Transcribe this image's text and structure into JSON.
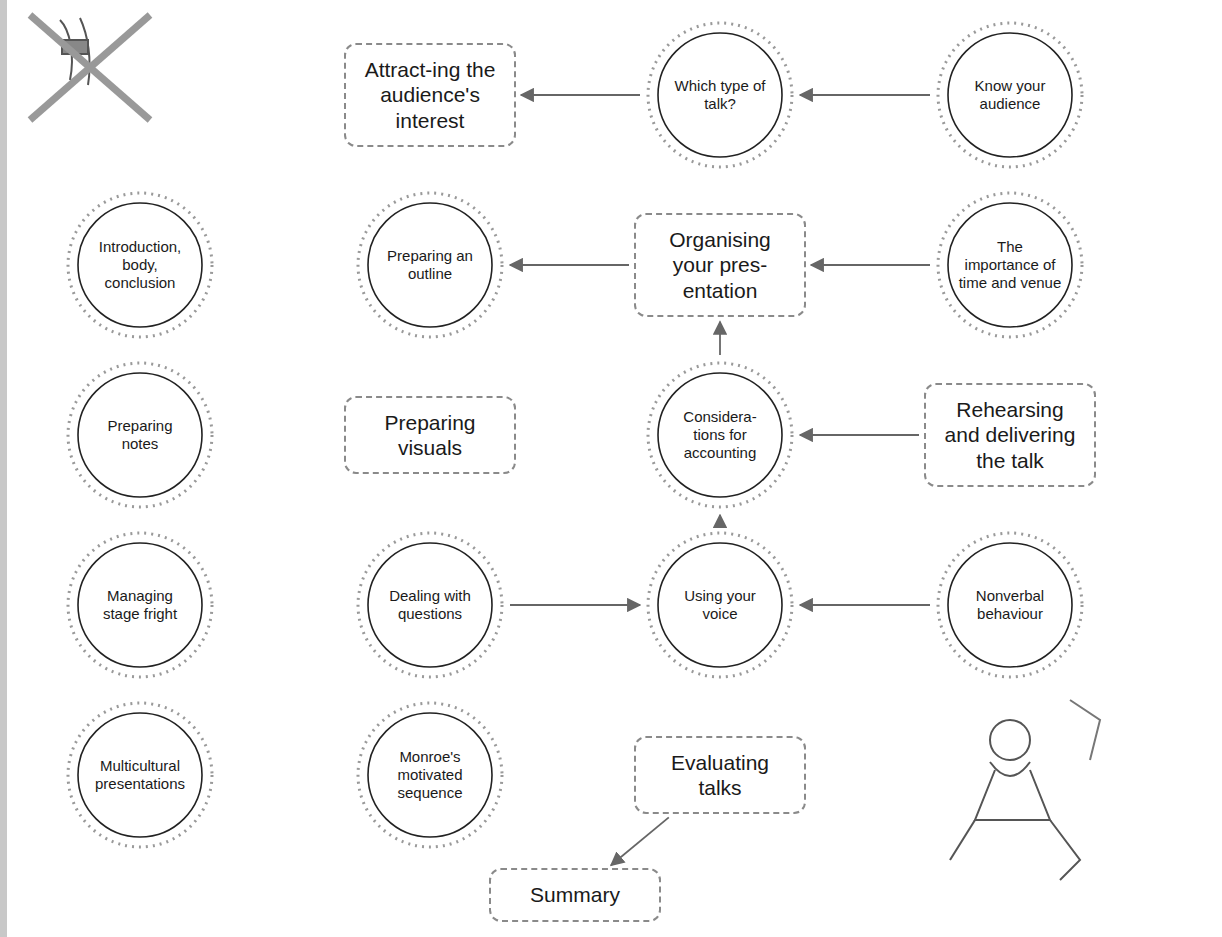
{
  "diagram": {
    "nodes": [
      {
        "text": [
          "Attract-ing the audience's interest"
        ]
      },
      {
        "text": [
          "Which type of talk?"
        ]
      },
      {
        "text": [
          "Know your audience"
        ]
      },
      {
        "text": [
          "Introduction, body, conclusion"
        ]
      },
      {
        "text": [
          "Preparing an outline"
        ]
      },
      {
        "text": [
          "Organising your pres-entation"
        ]
      },
      {
        "text": [
          "The importance of time and venue"
        ]
      },
      {
        "text": [
          "Preparing notes"
        ]
      },
      {
        "text": [
          "Preparing visuals"
        ]
      },
      {
        "text": [
          "Considera-tions for accounting"
        ]
      },
      {
        "text": [
          "Rehearsing and delivering the talk"
        ]
      },
      {
        "text": [
          "Managing stage fright"
        ]
      },
      {
        "text": [
          "Dealing with questions"
        ]
      },
      {
        "text": [
          "Using your voice"
        ]
      },
      {
        "text": [
          "Nonverbal behaviour"
        ]
      },
      {
        "text": [
          "Multicultural presentations"
        ]
      },
      {
        "text": [
          "Monroe's motivated sequence"
        ]
      },
      {
        "text": [
          "Evaluating talks"
        ]
      },
      {
        "text": [
          "Summary"
        ]
      }
    ],
    "edges": [
      {
        "from": 2,
        "to": 1,
        "arrow": "to"
      },
      {
        "from": 1,
        "to": 0,
        "arrow": "to"
      },
      {
        "from": 5,
        "to": 4,
        "arrow": "to"
      },
      {
        "from": 6,
        "to": 5,
        "arrow": "to"
      },
      {
        "from": 9,
        "to": 5,
        "arrow": "to"
      },
      {
        "from": 10,
        "to": 9,
        "arrow": "to"
      },
      {
        "from": 14,
        "to": 13,
        "arrow": "to"
      },
      {
        "from": 12,
        "to": 13,
        "arrow": "to"
      },
      {
        "from": 13,
        "to": 9,
        "arrow": "to"
      },
      {
        "from": 17,
        "to": 18,
        "arrow": "to"
      }
    ]
  }
}
